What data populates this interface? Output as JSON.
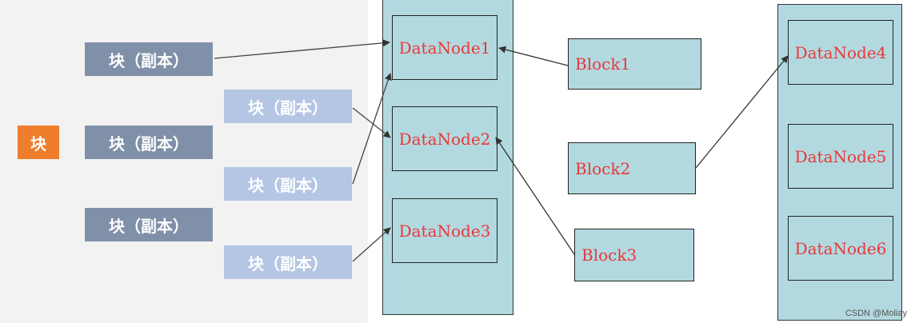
{
  "replica_label": "块（副本）",
  "block_label": "块",
  "datanodes": [
    "DataNode1",
    "DataNode2",
    "DataNode3",
    "DataNode4",
    "DataNode5",
    "DataNode6"
  ],
  "blocks": [
    "Block1",
    "Block2",
    "Block3"
  ],
  "watermark": "CSDN @Moliay",
  "colors": {
    "dark_tag": "#8090a8",
    "light_tag": "#b4c6e4",
    "block_tag": "#ef7e2c",
    "node_fill": "#b2d9e0",
    "node_text": "#e8383a"
  }
}
